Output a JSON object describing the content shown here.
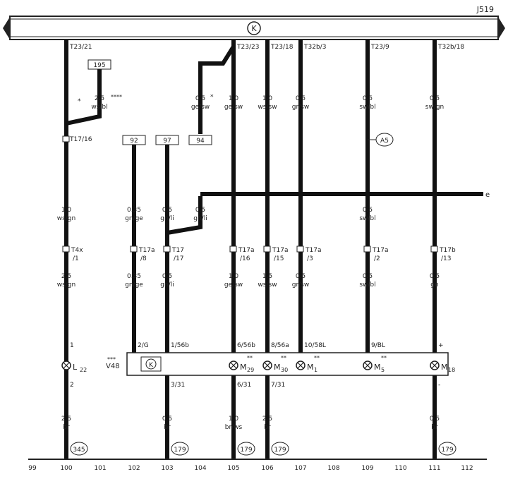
{
  "module_label": "J519",
  "module_symbol": "K",
  "edge_marker": "e",
  "columns": [
    {
      "pin": "T23/21",
      "top": [],
      "mid": [
        "1.0",
        "ws/gn"
      ],
      "conn_mid": "T4x/1",
      "low": [
        "2.5",
        "ws/gn"
      ],
      "comp_pin": "1",
      "comp": "L22",
      "comp_sup": "",
      "bot_pin": "2",
      "bot": [
        "2.5",
        "br"
      ],
      "ground": "345",
      "num": "100"
    },
    {
      "pin": "",
      "top": [],
      "mid": [
        "0.35",
        "gn/ge"
      ],
      "conn_mid": "T17a/8",
      "low": [
        "0.35",
        "gn/ge"
      ],
      "comp_pin": "2/G",
      "comp": "",
      "comp_sup": "",
      "bot_pin": "",
      "bot": [],
      "ground": "",
      "num": "102"
    },
    {
      "pin": "",
      "top": [],
      "mid": [
        "0.5",
        "gn/li"
      ],
      "conn_mid": "T17/17",
      "low": [
        "0.5",
        "gn/li"
      ],
      "comp_pin": "1/56b",
      "comp": "",
      "comp_sup": "",
      "bot_pin": "3/31",
      "bot": [
        "0.5",
        "br"
      ],
      "ground": "179",
      "num": "103"
    },
    {
      "pin": "",
      "top": [],
      "mid": [
        "0.5",
        "gn/li"
      ],
      "conn_mid": "",
      "low": [],
      "comp_pin": "",
      "comp": "",
      "comp_sup": "",
      "bot_pin": "",
      "bot": [],
      "ground": "",
      "num": ""
    },
    {
      "pin": "T23/23",
      "top": [
        "1.0",
        "ge/sw"
      ],
      "mid": [],
      "conn_mid": "T17a/16",
      "low": [
        "1.0",
        "ge/sw"
      ],
      "comp_pin": "6/56b",
      "comp": "M29",
      "comp_sup": "**",
      "bot_pin": "6/31",
      "bot": [
        "1.0",
        "br/ws"
      ],
      "ground": "179",
      "num": "105"
    },
    {
      "pin": "T23/18",
      "top": [
        "1.0",
        "ws/sw"
      ],
      "mid": [],
      "conn_mid": "T17a/15",
      "low": [
        "1.5",
        "ws/sw"
      ],
      "comp_pin": "8/56a",
      "comp": "M30",
      "comp_sup": "**",
      "bot_pin": "7/31",
      "bot": [
        "2.5",
        "br"
      ],
      "ground": "179",
      "num": "106"
    },
    {
      "pin": "T32b/3",
      "top": [
        "0.5",
        "gr/sw"
      ],
      "mid": [],
      "conn_mid": "T17a/3",
      "low": [
        "0.5",
        "gr/sw"
      ],
      "comp_pin": "10/58L",
      "comp": "M1",
      "comp_sup": "**",
      "bot_pin": "",
      "bot": [],
      "ground": "",
      "num": "107"
    },
    {
      "pin": "T23/9",
      "top": [
        "0.5",
        "sw/bl"
      ],
      "mid": [
        "0.5",
        "sw/bl"
      ],
      "conn_mid": "T17a/2",
      "low": [
        "0.5",
        "sw/bl"
      ],
      "comp_pin": "9/BL",
      "comp": "M5",
      "comp_sup": "**",
      "bot_pin": "",
      "bot": [],
      "ground": "",
      "num": "109"
    },
    {
      "pin": "T32b/18",
      "top": [
        "0.5",
        "sw/gn"
      ],
      "mid": [],
      "conn_mid": "T17b/13",
      "low": [
        "0.5",
        "gn"
      ],
      "comp_pin": "+",
      "comp": "M18",
      "comp_sup": "",
      "bot_pin": "-",
      "bot": [
        "0.5",
        "br"
      ],
      "ground": "179",
      "num": "111"
    }
  ],
  "branch_wire": {
    "top": [
      "2.5",
      "ws/bl"
    ],
    "sup": "****",
    "ref": "195"
  },
  "first_wire_sup": "*",
  "ref_boxes": [
    "92",
    "97",
    "94"
  ],
  "jumper_wire": {
    "top": [
      "0.5",
      "ge/sw"
    ],
    "sup": "*"
  },
  "split_conn": "T17/16",
  "circle_ref": "A5",
  "panel": {
    "label": "V48",
    "label_sup": "***",
    "symbol": "K"
  },
  "numbers_extra": [
    "99",
    "101",
    "104",
    "108",
    "110",
    "112"
  ]
}
